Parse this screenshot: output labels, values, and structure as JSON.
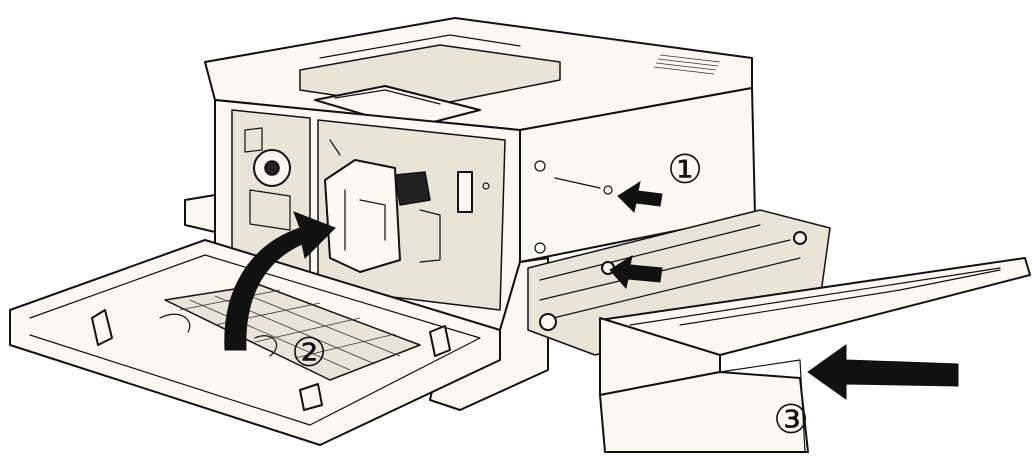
{
  "diagram": {
    "callouts": [
      {
        "id": "1",
        "label": "①"
      },
      {
        "id": "2",
        "label": "②"
      },
      {
        "id": "3",
        "label": "③"
      }
    ],
    "colors": {
      "line": "#111111",
      "paper": "#fbf8f1",
      "shade": "#e9e4d8",
      "arrow": "#111111"
    },
    "icons": [
      "printer-illustration",
      "curved-arrow-icon",
      "screw-arrow-icon",
      "push-arrow-icon"
    ]
  }
}
